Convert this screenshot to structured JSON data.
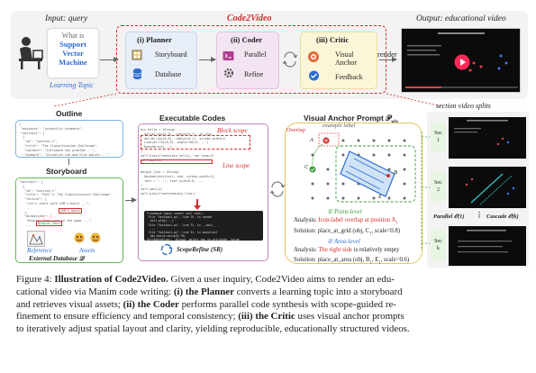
{
  "top": {
    "input_title": "Input: query",
    "query_prefix": "What is",
    "query_highlight_1": "Support",
    "query_highlight_2": "Vector",
    "query_highlight_3": "Machine",
    "learning_topic": "Learning Topic",
    "pipeline_title": "Code2Video",
    "planner_title": "(i) Planner",
    "planner_item_1": "Storyboard",
    "planner_item_2": "Database",
    "coder_title": "(ii) Coder",
    "coder_item_1": "Parallel",
    "coder_item_2": "Refine",
    "critic_title": "(iii) Critic",
    "critic_item_1": "Visual",
    "critic_item_2": "Anchor",
    "critic_item_3": "Feedback",
    "render_label": "render",
    "output_title": "Output: educational video"
  },
  "outline": {
    "title": "Outline",
    "code": "{\n \"audience\": \"scientific students\",\n \"sections\": [\n  {\n   \"id\": \"section_1\",\n   \"title\": \"The Classification Challenge\",\n   \"content\": \"Introduce the problem ...\",\n   \"example\": \"Visualize red and blue points ...\"\n  },\n  ..."
  },
  "storyboard": {
    "title": "Storyboard",
    "code": "\"sections\": [\n  {\n   \"id\": \"section_1\",\n   \"title\": \"Part 1: The Classification Challenge\",\n   \"lecture\": [\n    \"Let's start with SVM's basic ...\",\n    ...\n   ],\n   \"animations\": [\n    \"Display Pane: and on the page ...\",\n    ...",
    "highlight_1": "SVM's basic",
    "highlight_2": "Display Pane",
    "reference_label": "Reference",
    "assets_label": "Assets",
    "database_label": "External Database 𝒟"
  },
  "codes": {
    "title": "Executable Codes",
    "block_scope": "Block scope",
    "line_scope": "Line scope",
    "code_top": "bin_hello = VGroup(\n  dot(ax.c2p(0,0), radius=0.1), ax.c2p(...)\n  dot(ax.c2p(0,0), radius=0.1), stroke_width=2\n  Line(ax.c2p(0,0), angle=TAU/4, ...)\n  DashedLine(...), ...\n)\nself.play(Create(bin_hello), run_time=2)\nself.wait(1)\n# margin\nself.play(Write(margin))",
    "code_mid": "margin_line = VGroup(\n  DashedLine(start, end, stroke_width=2),\n  font = \"...\", font_size=0.8, ...\n)\nself.wait(1)\nself.play(Create(margin_line))",
    "error": "Traceback (most recent call last):\n File \"Section1.py\", line 79, in render\n  self.play(...)\n File \"Section1.py\", line 72, in __init__\n  ...\n File \"Section1.py\", line 31, in construct\n  obj.build.value(0.79)\nAttributeError: 'VGroup' object has no attribute 'value'",
    "refine_label": "ScopeRefine (SR)"
  },
  "anchor": {
    "title": "Visual Anchor Prompt 𝒫",
    "title_sub": "vis",
    "example_label": "example label",
    "overlap_label": "Overlap",
    "point_level": "① Point-level",
    "analysis_1_prefix": "Analysis:",
    "analysis_1_value": "Icon-label overlap at position A",
    "analysis_1_sub": "1",
    "solution_1": "Solution: place_at_grid (obj, C",
    "solution_1_sub": "1",
    "solution_1_suffix": ", scale=0.8)",
    "area_level": "② Area-level",
    "analysis_2_prefix": "Analysis:",
    "analysis_2_red": "The right side",
    "analysis_2_suffix": "is relatively empty",
    "solution_2": "Solution: place_at_area (obj, B",
    "solution_2_sub": "1",
    "solution_2_mid": ", E",
    "solution_2_sub2": "1",
    "solution_2_suffix": ", scale=0.6)",
    "point_a": "A",
    "point_b": "B",
    "point_c": "C",
    "point_e": "E"
  },
  "splits": {
    "title": "section video splits",
    "sec1": "Sec\n1",
    "sec2": "Sec\n2",
    "seck": "Sec\nk",
    "parallel": "Parallel 𝒪(1)",
    "cascade": "Cascade 𝒪(k)",
    "dots": "⋮"
  },
  "caption": {
    "figure_label": "Figure 4:",
    "caption_title": "Illustration of Code2Video.",
    "text_1": " Given a user inquiry, Code2Video aims to render an edu-",
    "line_2": "cational video via Manim code writing: ",
    "planner_bold": "(i) the Planner",
    "line_2b": " converts a learning topic into a storyboard",
    "line_3a": "and retrieves visual assets; ",
    "coder_bold": "(ii) the Coder",
    "line_3b": " performs parallel code synthesis with scope-guided re-",
    "line_4a": "finement to ensure efficiency and temporal consistency; ",
    "critic_bold": "(iii) the Critic",
    "line_4b": " uses visual anchor prompts",
    "line_5": "to iteratively adjust spatial layout and clarity, yielding reproducible, educationally structured videos."
  },
  "colors": {
    "accent_red": "#d62c2c",
    "planner_bg": "#e8eef8",
    "coder_bg": "#f3e4f1",
    "critic_bg": "#fbf6d8",
    "query_blue": "#2e6dd1",
    "green": "#3a9a3a"
  }
}
